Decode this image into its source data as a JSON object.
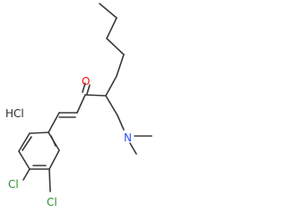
{
  "labels": {
    "oxygen": "O",
    "nitrogen": "N",
    "chlorine_top": "Cl",
    "chlorine_bottom": "Cl",
    "salt": "HCl"
  },
  "colors": {
    "bond": "#3a3a3a",
    "oxygen": "#ff0d0d",
    "nitrogen": "#3050f8",
    "chlorine": "#2a8f2a",
    "text": "#2b2b2b"
  }
}
